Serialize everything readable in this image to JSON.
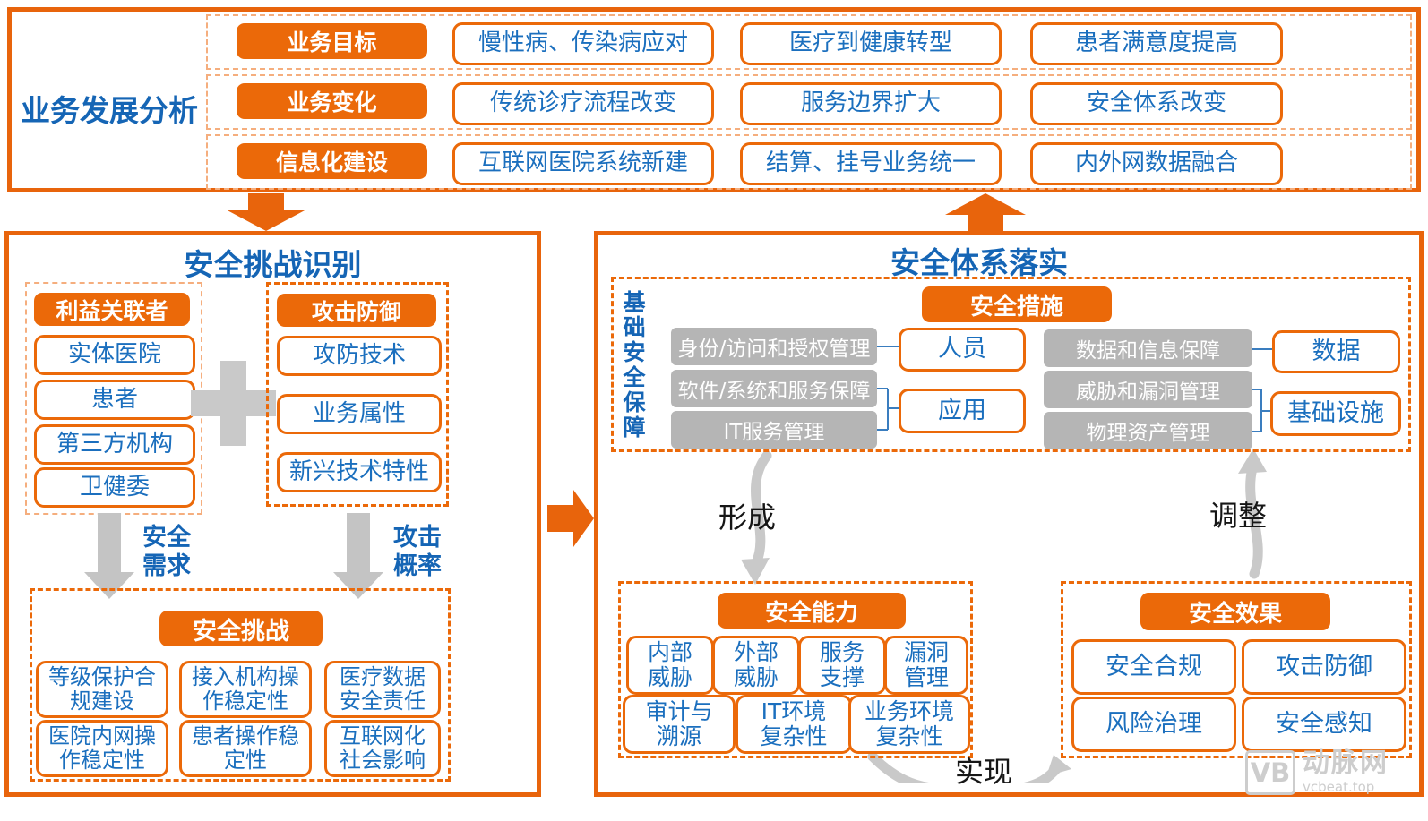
{
  "top_panel": {
    "title": "业务发展分析",
    "rows": [
      {
        "label": "业务目标",
        "items": [
          "慢性病、传染病应对",
          "医疗到健康转型",
          "患者满意度提高"
        ]
      },
      {
        "label": "业务变化",
        "items": [
          "传统诊疗流程改变",
          "服务边界扩大",
          "安全体系改变"
        ]
      },
      {
        "label": "信息化建设",
        "items": [
          "互联网医院系统新建",
          "结算、挂号业务统一",
          "内外网数据融合"
        ]
      }
    ]
  },
  "challenge_panel": {
    "title": "安全挑战识别",
    "stakeholders": {
      "header": "利益关联者",
      "items": [
        "实体医院",
        "患者",
        "第三方机构",
        "卫健委"
      ]
    },
    "attack_defense": {
      "header": "攻击防御",
      "items": [
        "攻防技术",
        "业务属性",
        "新兴技术特性"
      ]
    },
    "left_arrow_label": "安全\n需求",
    "right_arrow_label": "攻击\n概率",
    "challenges": {
      "header": "安全挑战",
      "items": [
        "等级保护合\n规建设",
        "接入机构操\n作稳定性",
        "医疗数据\n安全责任",
        "医院内网操\n作稳定性",
        "患者操作稳\n定性",
        "互联网化\n社会影响"
      ]
    }
  },
  "implementation_panel": {
    "title": "安全体系落实",
    "foundation_label": "基础安全保障",
    "measures_header": "安全措施",
    "identity_group": {
      "items": [
        "身份/访问和授权管理",
        "软件/系统和服务保障",
        "IT服务管理"
      ],
      "personnel": "人员",
      "application": "应用"
    },
    "data_group": {
      "items": [
        "数据和信息保障",
        "威胁和漏洞管理",
        "物理资产管理"
      ],
      "data": "数据",
      "infrastructure": "基础设施"
    },
    "form_label": "形成",
    "adjust_label": "调整",
    "realize_label": "实现",
    "capability": {
      "header": "安全能力",
      "row1": [
        "内部\n威胁",
        "外部\n威胁",
        "服务\n支撑",
        "漏洞\n管理"
      ],
      "row2": [
        "审计与\n溯源",
        "IT环境\n复杂性",
        "业务环境\n复杂性"
      ]
    },
    "effect": {
      "header": "安全效果",
      "items": [
        "安全合规",
        "攻击防御",
        "风险治理",
        "安全感知"
      ]
    }
  },
  "watermark": {
    "logo": "VB",
    "name": "动脉网",
    "site": "vcbeat.top"
  },
  "colors": {
    "orange": "#EB6909",
    "light_dash": "#F5AE7E",
    "blue_text": "#1B6FBE",
    "title_blue": "#1565B5",
    "gray_box": "#B5B5B5",
    "gray_arrow": "#C9C9C9"
  }
}
